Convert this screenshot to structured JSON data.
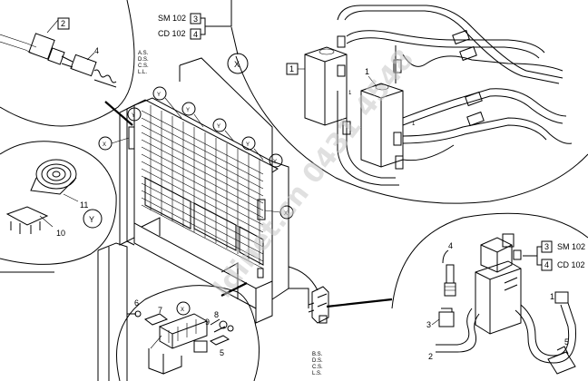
{
  "box_labels": {
    "top_left": "2",
    "top_mid": "1",
    "sm_num": "3",
    "cd_num": "4",
    "right_sm_num": "3",
    "right_cd_num": "4"
  },
  "callouts": {
    "Y": "Y",
    "X": "X"
  },
  "model_codes": {
    "sm": "SM 102",
    "cd": "CD 102",
    "right_sm": "SM 102",
    "right_cd": "CD 102"
  },
  "side_codes_top": [
    "A.S.",
    "D.S.",
    "C.S.",
    "L.L."
  ],
  "side_codes_bottom": [
    "B.S.",
    "D.S.",
    "C.S.",
    "L.S."
  ],
  "numbers": {
    "n1_top": "1",
    "n1_b": "1",
    "n1_c": "1",
    "n4_top": "4",
    "n4_right": "4",
    "n11": "11",
    "n10": "10",
    "n6": "6",
    "n7": "7",
    "n8": "8",
    "n9": "9",
    "n5": "5",
    "n3": "3",
    "n2": "2",
    "n1_right": "1",
    "n5_right": "5"
  },
  "watermark": "ldinet.cn 0431 4548"
}
